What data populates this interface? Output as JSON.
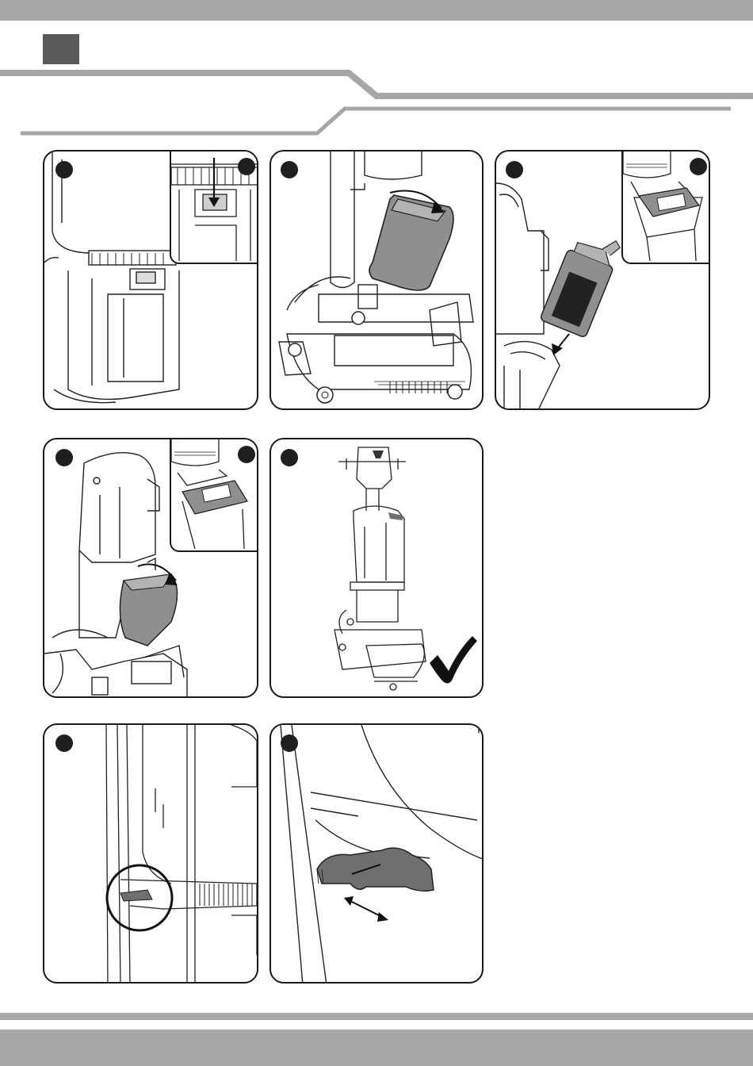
{
  "header": {
    "band_color": "#a7a7a7",
    "section_square_color": "#5a5a5a"
  },
  "panels": [
    {
      "step_badge": "",
      "content": "upright-body-latch-inset-arrow-down"
    },
    {
      "step_badge": "",
      "content": "battery-tilt-out-arrow"
    },
    {
      "step_badge": "",
      "content": "battery-removal-inset"
    },
    {
      "step_badge": "",
      "content": "battery-insert-tilt-in-inset"
    },
    {
      "step_badge": "",
      "content": "assembled-machine-checkmark"
    },
    {
      "step_badge": "",
      "content": "release-pedal-circled"
    },
    {
      "step_badge": "",
      "content": "release-pedal-closeup-double-arrow"
    }
  ],
  "footer": {
    "band_color": "#a7a7a7"
  }
}
